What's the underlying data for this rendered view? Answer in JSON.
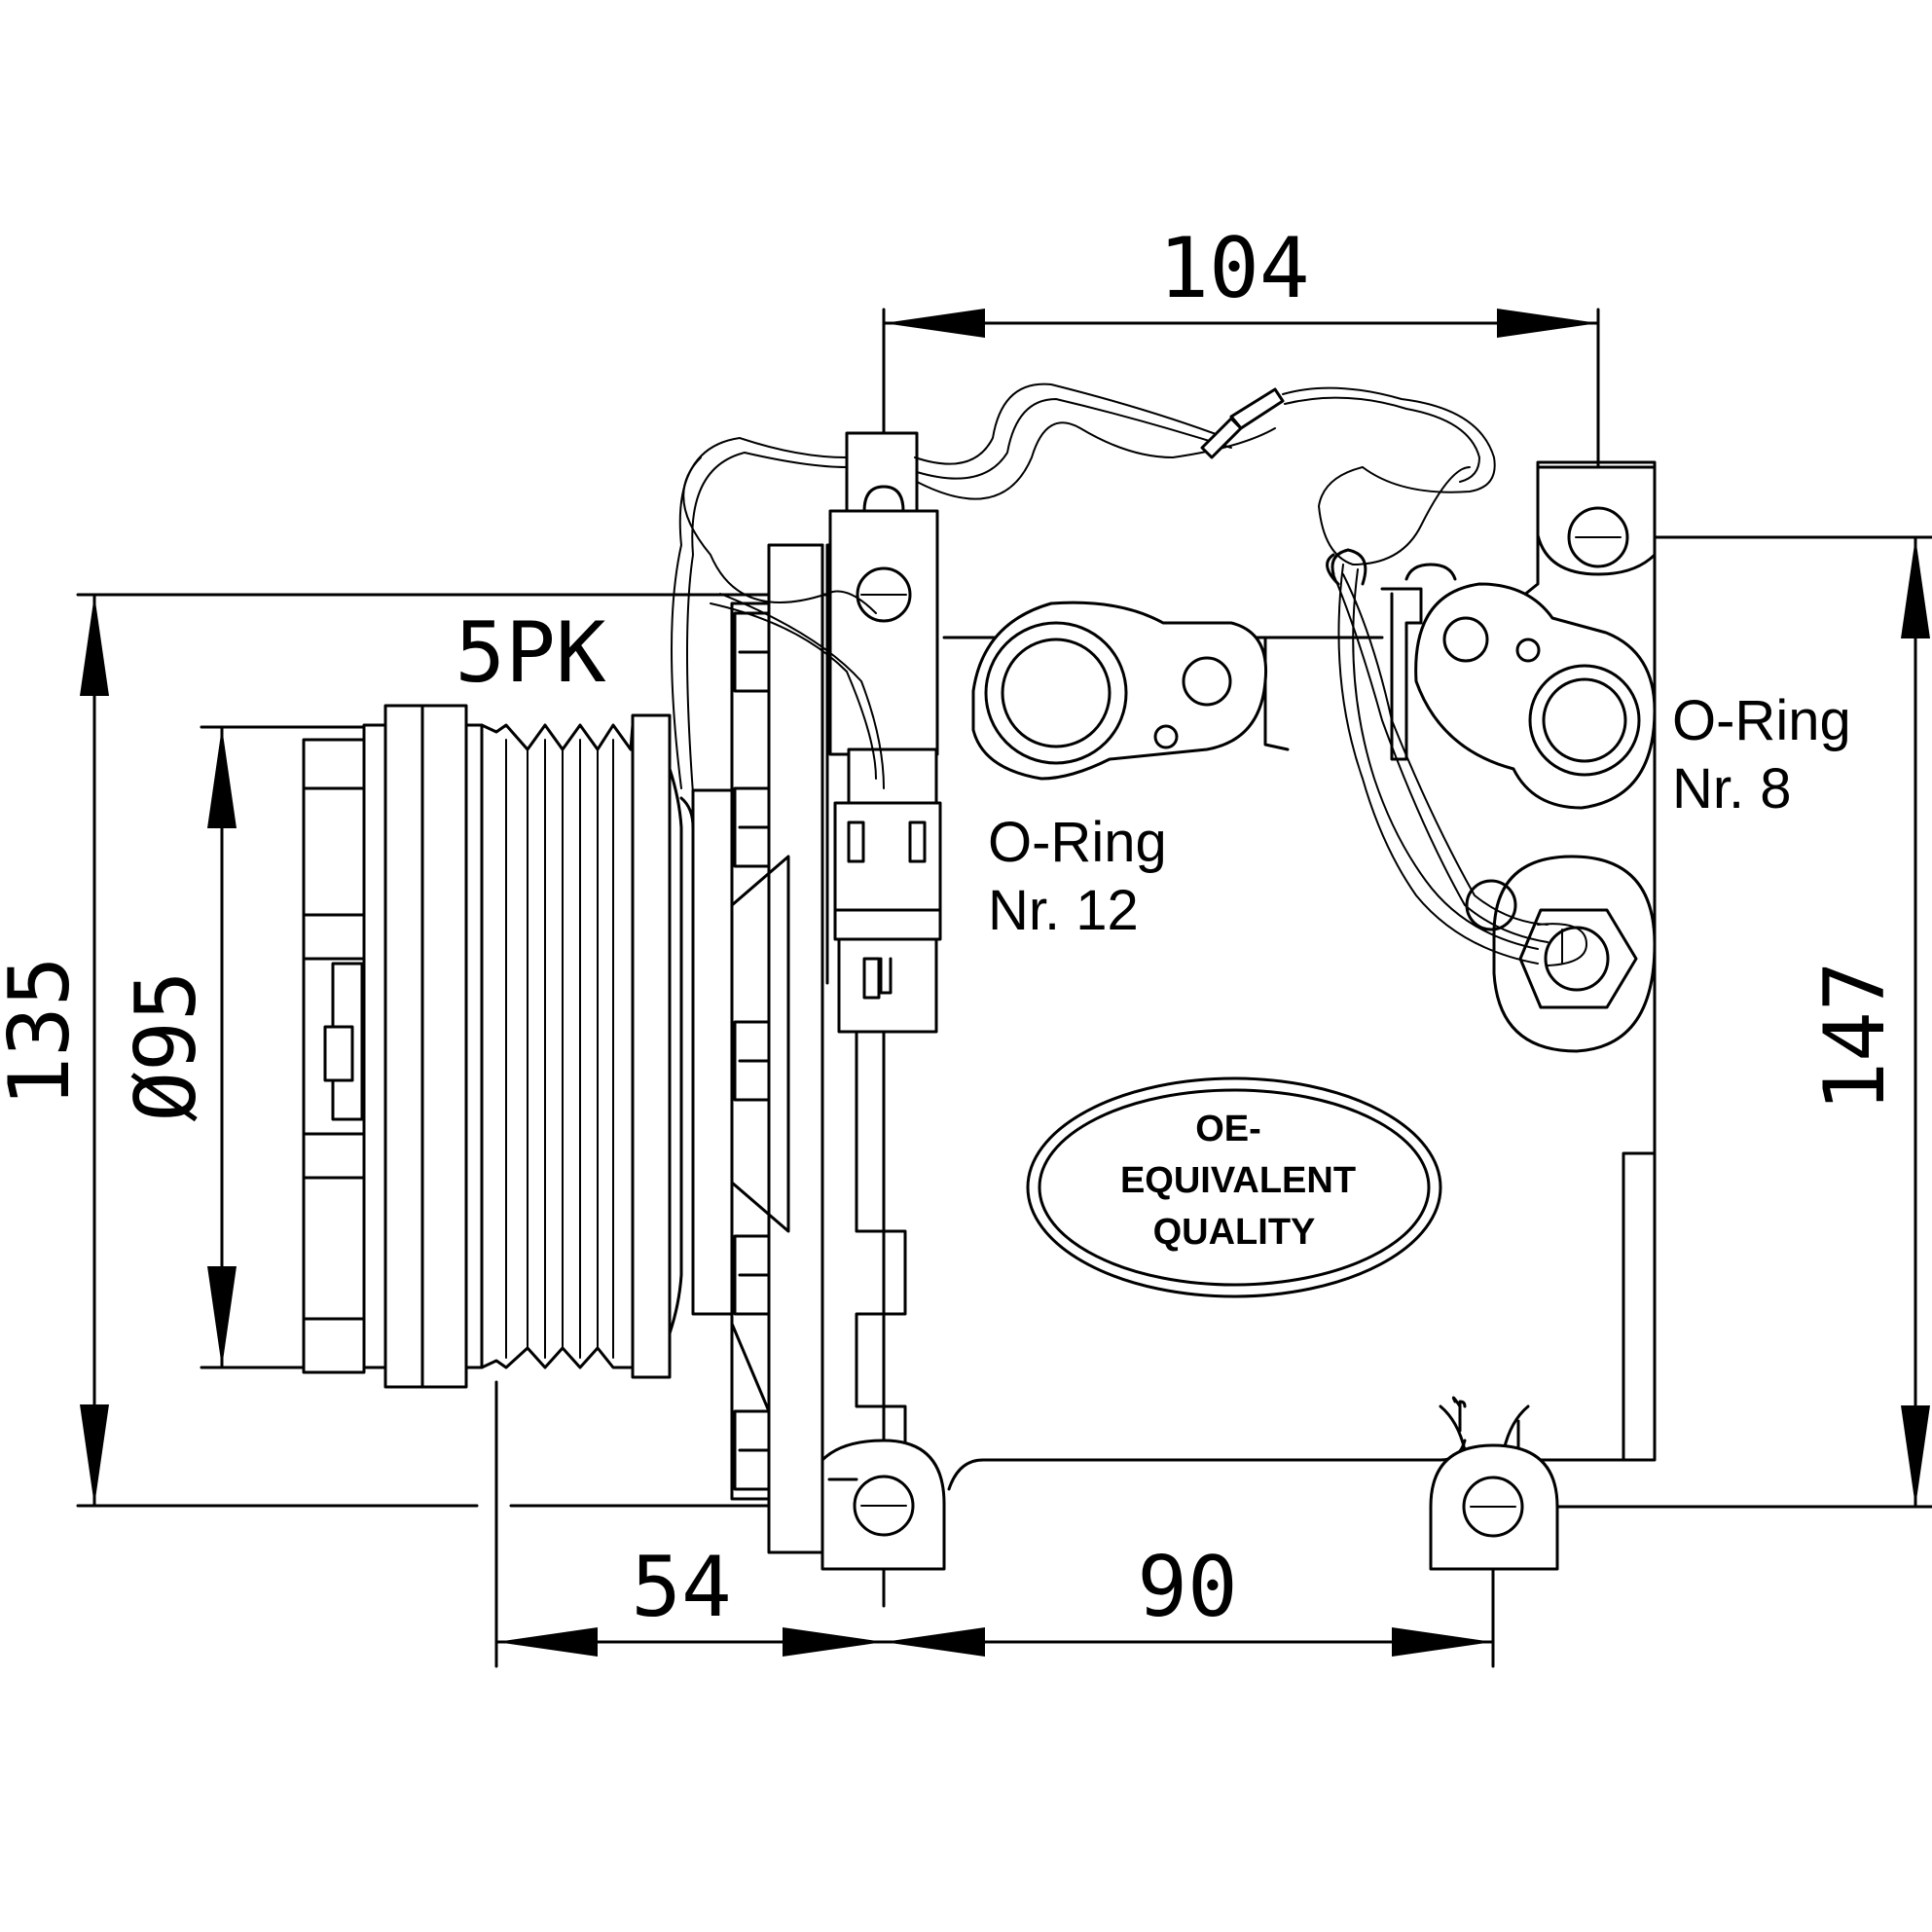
{
  "dimensions": {
    "top_width": "104",
    "left_height": "135",
    "pulley_diameter": "Ø95",
    "right_height": "147",
    "bottom_left": "54",
    "bottom_right": "90"
  },
  "belt_profile": "5PK",
  "oring_12": {
    "line1": "O-Ring",
    "line2": "Nr. 12"
  },
  "oring_8": {
    "line1": "O-Ring",
    "line2": "Nr. 8"
  },
  "quality_badge": {
    "line1": "OE-",
    "line2": "EQUIVALENT",
    "line3": "QUALITY"
  }
}
